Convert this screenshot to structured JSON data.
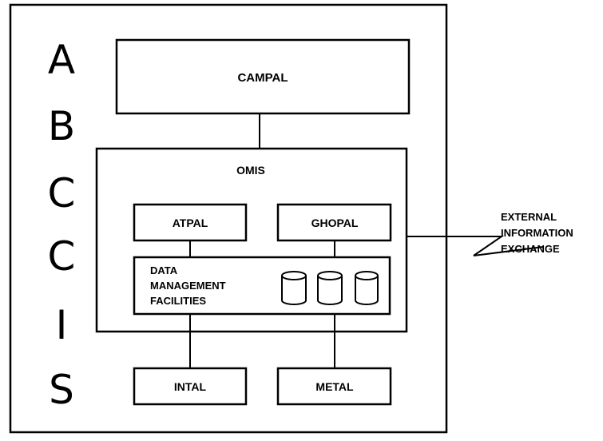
{
  "side_letters": [
    "A",
    "B",
    "C",
    "C",
    "I",
    "S"
  ],
  "boxes": {
    "campal": "CAMPAL",
    "omis": "OMIS",
    "atpal": "ATPAL",
    "ghopal": "GHOPAL",
    "data_management": [
      "DATA",
      "MANAGEMENT",
      "FACILITIES"
    ],
    "intal": "INTAL",
    "metal": "METAL"
  },
  "external": [
    "EXTERNAL",
    "INFORMATION",
    "EXCHANGE"
  ]
}
